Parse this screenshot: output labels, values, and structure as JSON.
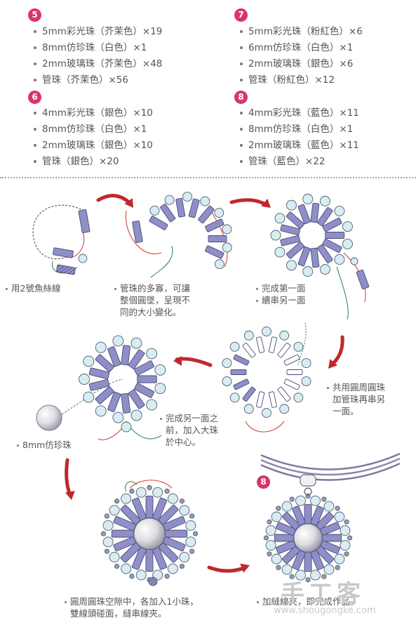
{
  "groups": [
    {
      "badge": "5",
      "items": [
        "5mm彩光珠（芥茉色）×19",
        "8mm仿珍珠（白色）×1",
        "2mm玻璃珠（芥茉色）×48",
        "管珠（芥茉色）×56"
      ]
    },
    {
      "badge": "7",
      "items": [
        "5mm彩光珠（粉紅色）×6",
        "6mm仿珍珠（白色）×1",
        "2mm玻璃珠（銀色）×6",
        "管珠（粉紅色）×12"
      ]
    },
    {
      "badge": "6",
      "items": [
        "4mm彩光珠（銀色）×10",
        "8mm仿珍珠（白色）×1",
        "2mm玻璃珠（銀色）×10",
        "管珠（銀色）×20"
      ]
    },
    {
      "badge": "8",
      "items": [
        "4mm彩光珠（藍色）×11",
        "8mm仿珍珠（白色）×1",
        "2mm玻璃珠（藍色）×11",
        "管珠（藍色）×22"
      ]
    }
  ],
  "steps": {
    "s1": [
      "用2號魚絲線"
    ],
    "s2": [
      "管珠的多寡，可讓",
      "整個圓墜，呈現不",
      "同的大小變化。"
    ],
    "s3": [
      "完成第一面",
      "續串另一面"
    ],
    "s4": [
      "共用圓周圓珠",
      "加管珠再串另",
      "一面。"
    ],
    "s5": [
      "完成另一面之",
      "前，加入大珠",
      "於中心。"
    ],
    "s6": [
      "8mm仿珍珠"
    ],
    "s7": [
      "圓周圓珠空隙中，各加入1小珠，",
      "雙線頭碰面，縫串線夾。"
    ],
    "s8": [
      "加縫線夾，即完成作品。"
    ],
    "final_badge": "8"
  },
  "watermark": {
    "brand": "手工客",
    "url": "www.shougongke.com"
  },
  "colors": {
    "badge": "#d9346b",
    "tube": "#8f8fc8",
    "bead": "#d8ecf2",
    "arrow": "#c0282d",
    "thread_red": "#d0473c",
    "thread_green": "#3a8a5a"
  }
}
